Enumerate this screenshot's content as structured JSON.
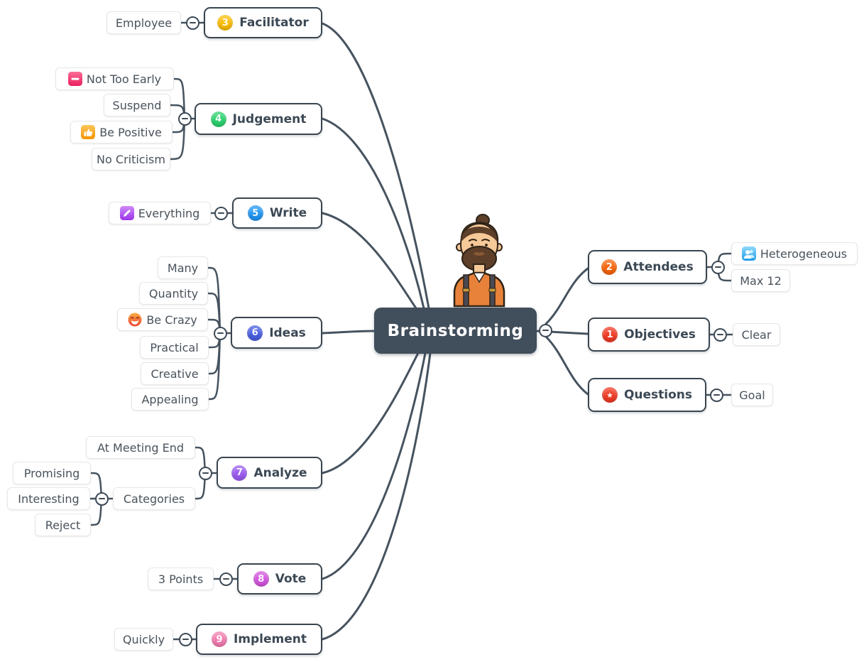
{
  "central": {
    "label": "Brainstorming"
  },
  "palette": {
    "central_bg": "#414e5b",
    "node_border": "#39454f",
    "connector_line": "#46535f",
    "child_border": "#e7e7e7"
  },
  "branches": {
    "facilitator": {
      "label": "Facilitator",
      "badge": "3",
      "badge_color": "#fbbd08",
      "children": {
        "employee": {
          "label": "Employee"
        }
      }
    },
    "judgement": {
      "label": "Judgement",
      "badge": "4",
      "badge_color": "#2bd16e",
      "children": {
        "not_too_early": {
          "label": "Not Too Early",
          "icon": "minus-block-icon"
        },
        "suspend": {
          "label": "Suspend"
        },
        "be_positive": {
          "label": "Be Positive",
          "icon": "thumbs-up-icon"
        },
        "no_criticism": {
          "label": "No Criticism"
        }
      }
    },
    "write": {
      "label": "Write",
      "badge": "5",
      "badge_color": "#2196f3",
      "children": {
        "everything": {
          "label": "Everything",
          "icon": "pencil-icon"
        }
      }
    },
    "ideas": {
      "label": "Ideas",
      "badge": "6",
      "badge_color": "#4a5fe0",
      "children": {
        "many": {
          "label": "Many"
        },
        "quantity": {
          "label": "Quantity"
        },
        "be_crazy": {
          "label": "Be Crazy",
          "icon": "laughing-emoji-icon"
        },
        "practical": {
          "label": "Practical"
        },
        "creative": {
          "label": "Creative"
        },
        "appealing": {
          "label": "Appealing"
        }
      }
    },
    "analyze": {
      "label": "Analyze",
      "badge": "7",
      "badge_color": "#9b5cf0",
      "children": {
        "at_meeting_end": {
          "label": "At Meeting End"
        },
        "categories": {
          "label": "Categories",
          "children": {
            "promising": {
              "label": "Promising"
            },
            "interesting": {
              "label": "Interesting"
            },
            "reject": {
              "label": "Reject"
            }
          }
        }
      }
    },
    "vote": {
      "label": "Vote",
      "badge": "8",
      "badge_color": "#d355de",
      "children": {
        "three_points": {
          "label": "3 Points"
        }
      }
    },
    "implement": {
      "label": "Implement",
      "badge": "9",
      "badge_color": "#f27daf",
      "children": {
        "quickly": {
          "label": "Quickly"
        }
      }
    },
    "attendees": {
      "label": "Attendees",
      "badge": "2",
      "badge_color": "#f7650b",
      "children": {
        "heterogeneous": {
          "label": "Heterogeneous",
          "icon": "people-icon"
        },
        "max12": {
          "label": "Max 12"
        }
      }
    },
    "objectives": {
      "label": "Objectives",
      "badge": "1",
      "badge_color": "#ef3b24",
      "children": {
        "clear": {
          "label": "Clear"
        }
      }
    },
    "questions": {
      "label": "Questions",
      "badge": "★",
      "badge_color": "#ef3b24",
      "children": {
        "goal": {
          "label": "Goal"
        }
      }
    }
  }
}
